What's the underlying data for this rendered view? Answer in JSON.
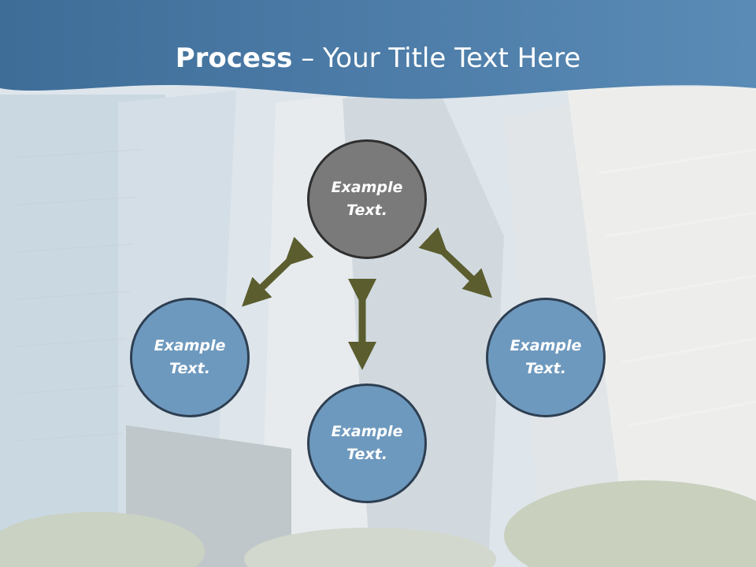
{
  "slide": {
    "title_bold": "Process",
    "title_rest": " – Your Title Text Here"
  },
  "nodes": [
    {
      "label": "Example Text."
    },
    {
      "label": "Example Text."
    },
    {
      "label": "Example Text."
    },
    {
      "label": "Example Text."
    }
  ],
  "colors": {
    "header_band": "#4a7aa6",
    "node_primary": "#7a7a7a",
    "node_secondary": "#6e99be",
    "arrow": "#5b5d2e"
  }
}
